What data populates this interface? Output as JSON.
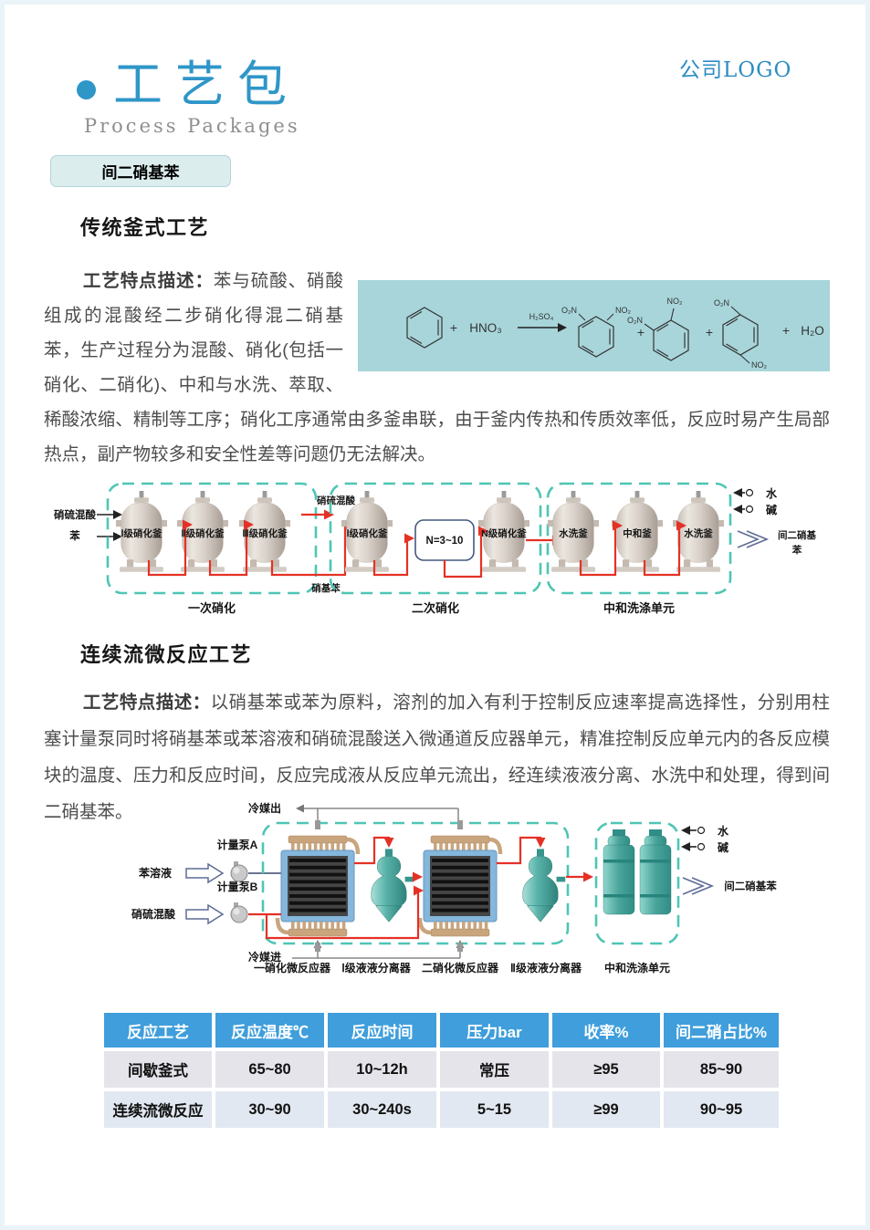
{
  "page": {
    "logo": "公司LOGO"
  },
  "header": {
    "title": "工艺包",
    "subtitle": "Process Packages",
    "badge": "间二硝基苯"
  },
  "section1": {
    "title": "传统釜式工艺",
    "para_lead": "工艺特点描述：",
    "para_body": "苯与硫酸、硝酸组成的混酸经二步硝化得混二硝基苯，生产过程分为混酸、硝化(包括一硝化、二硝化)、中和与水洗、萃取、稀酸浓缩、精制等工序；硝化工序通常由多釜串联，由于釜内传热和传质效率低，反应时易产生局部热点，副产物较多和安全性差等问题仍无法解决。",
    "reaction": {
      "plus": "+",
      "hno3": "HNO₃",
      "h2so4": "H₂SO₄",
      "h2o": "H₂O",
      "o2n": "O₂N",
      "no2": "NO₂"
    }
  },
  "diagram1": {
    "feed_line1": "硝硫混酸",
    "feed_line2": "苯",
    "unit1_vessel1": "Ⅰ级硝化釜",
    "unit1_vessel2": "Ⅱ级硝化釜",
    "unit1_vessel3": "Ⅲ级硝化釜",
    "unit1_caption": "一次硝化",
    "mid_acid": "硝硫混酸",
    "mid_nitrobenzene": "硝基苯",
    "unit2_vessel1": "Ⅰ级硝化釜",
    "unit2_nbox": "N=3~10",
    "unit2_vessel2": "N级硝化釜",
    "unit2_caption": "二次硝化",
    "unit3_vessel1": "水洗釜",
    "unit3_vessel2": "中和釜",
    "unit3_vessel3": "水洗釜",
    "unit3_caption": "中和洗涤单元",
    "water": "水",
    "alkali": "碱",
    "product_line1": "间二硝基",
    "product_line2": "苯"
  },
  "section2": {
    "title": "连续流微反应工艺",
    "para_lead": "工艺特点描述：",
    "para_body": "以硝基苯或苯为原料，溶剂的加入有利于控制反应速率提高选择性，分别用柱塞计量泵同时将硝基苯或苯溶液和硝硫混酸送入微通道反应器单元，精准控制反应单元内的各反应模块的温度、压力和反应时间，反应完成液从反应单元流出，经连续液液分离、水洗中和处理，得到间二硝基苯。"
  },
  "diagram2": {
    "coolant_out": "冷媒出",
    "coolant_in": "冷媒进",
    "feed_a": "苯溶液",
    "feed_b": "硝硫混酸",
    "pump_a": "计量泵A",
    "pump_b": "计量泵B",
    "caption1": "一硝化微反应器",
    "caption2": "Ⅰ级液液分离器",
    "caption3": "二硝化微反应器",
    "caption4": "Ⅱ级液液分离器",
    "caption5": "中和洗涤单元",
    "water": "水",
    "alkali": "碱",
    "product": "间二硝基苯"
  },
  "table": {
    "headers": [
      "反应工艺",
      "反应温度℃",
      "反应时间",
      "压力bar",
      "收率%",
      "间二硝占比%"
    ],
    "rows": [
      [
        "间歇釜式",
        "65~80",
        "10~12h",
        "常压",
        "≥95",
        "85~90"
      ],
      [
        "连续流微反应",
        "30~90",
        "30~240s",
        "5~15",
        "≥99",
        "90~95"
      ]
    ]
  },
  "colors": {
    "accent_blue": "#2f96c8",
    "table_header": "#3f9edb",
    "reaction_bg": "#a7d5da",
    "dashed_teal": "#4ec5b5",
    "flow_red": "#e43126"
  }
}
